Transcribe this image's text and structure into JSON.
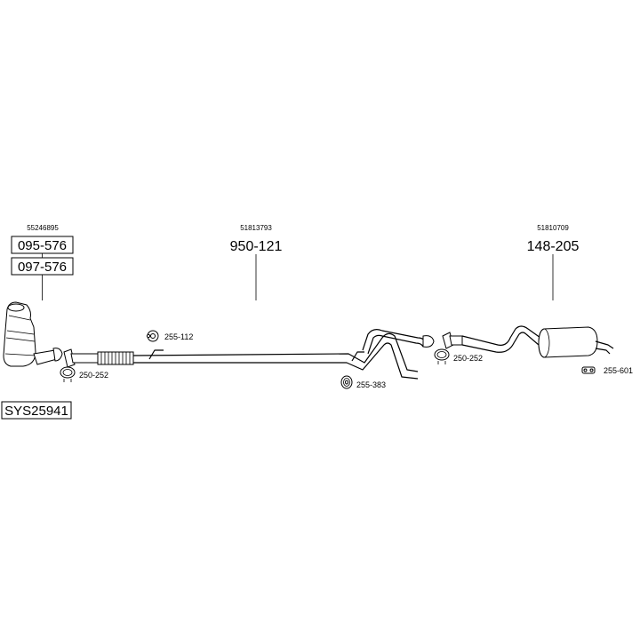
{
  "system_code": "SYS25941",
  "groups": [
    {
      "oem": "55246895",
      "parts": [
        "095-576",
        "097-576"
      ]
    },
    {
      "oem": "51813793",
      "part": "950-121"
    },
    {
      "oem": "51810709",
      "part": "148-205"
    }
  ],
  "accessories": [
    {
      "code": "255-112",
      "icon": "rubber-ring-icon"
    },
    {
      "code": "250-252",
      "icon": "clamp-icon"
    },
    {
      "code": "255-383",
      "icon": "rubber-ring-icon"
    },
    {
      "code": "250-252",
      "icon": "clamp-icon"
    },
    {
      "code": "255-601",
      "icon": "hanger-icon"
    }
  ]
}
